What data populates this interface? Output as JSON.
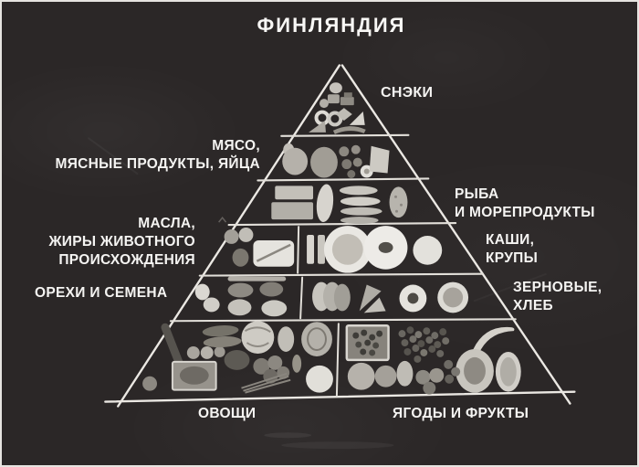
{
  "title": "ФИНЛЯНДИЯ",
  "colors": {
    "background": "#2b2727",
    "frame": "#e6e4e0",
    "text": "#f5f4f2",
    "chalk_line": "#e7e4df",
    "photo_light_gray": "#e9e7e2",
    "photo_dark_gray": "#55524c"
  },
  "labels": {
    "snacks": {
      "lines": [
        "СНЭКИ"
      ]
    },
    "meat": {
      "lines": [
        "МЯСО,",
        "МЯСНЫЕ ПРОДУКТЫ, ЯЙЦА"
      ]
    },
    "fish": {
      "lines": [
        "РЫБА",
        "И МОРЕПРОДУКТЫ"
      ]
    },
    "oils": {
      "lines": [
        "МАСЛА,",
        "ЖИРЫ ЖИВОТНОГО",
        "ПРОИСХОЖДЕНИЯ"
      ]
    },
    "porridge": {
      "lines": [
        "КАШИ,",
        "КРУПЫ"
      ]
    },
    "nuts": {
      "lines": [
        "ОРЕХИ И СЕМЕНА"
      ]
    },
    "grains": {
      "lines": [
        "ЗЕРНОВЫЕ,",
        "ХЛЕБ"
      ]
    },
    "vegetables": {
      "lines": [
        "ОВОЩИ"
      ]
    },
    "fruits": {
      "lines": [
        "ЯГОДЫ И ФРУКТЫ"
      ]
    }
  },
  "pyramid": {
    "tier_count": 6,
    "tiers": [
      {
        "id": "snacks",
        "photo_items": [
          "candy",
          "chocolate-pieces",
          "cookie",
          "donuts",
          "wrapped-candy",
          "cake-slice",
          "pastry"
        ]
      },
      {
        "id": "meat-eggs",
        "photo_items": [
          "ham-hock",
          "meat-loaf",
          "meatballs",
          "boiled-egg",
          "sliced-ham"
        ]
      },
      {
        "id": "fish-seafood",
        "photo_items": [
          "salmon-slabs",
          "long-fillet",
          "fish-strips",
          "whole-fish"
        ]
      },
      {
        "id": "oils-and-porridge",
        "photo_items": [
          "oil-jars",
          "butter-dish-with-knife",
          "cup",
          "butter-sticks",
          "porridge-plates"
        ]
      },
      {
        "id": "nuts-and-bread",
        "photo_items": [
          "nut-blobs",
          "seed-piles",
          "breadstick",
          "bread-slices",
          "crispbread-wedges",
          "grain-plates"
        ]
      },
      {
        "id": "veg-and-fruit",
        "photo_items": [
          "zucchini",
          "tomato",
          "greens-pack",
          "onions",
          "cucumbers",
          "cabbage",
          "broccoli",
          "pepper",
          "napa-cabbage",
          "cauliflower",
          "berry-tray",
          "berries",
          "banana",
          "melon-half",
          "orange-slice",
          "orange",
          "apple",
          "pear",
          "plums"
        ]
      }
    ]
  }
}
